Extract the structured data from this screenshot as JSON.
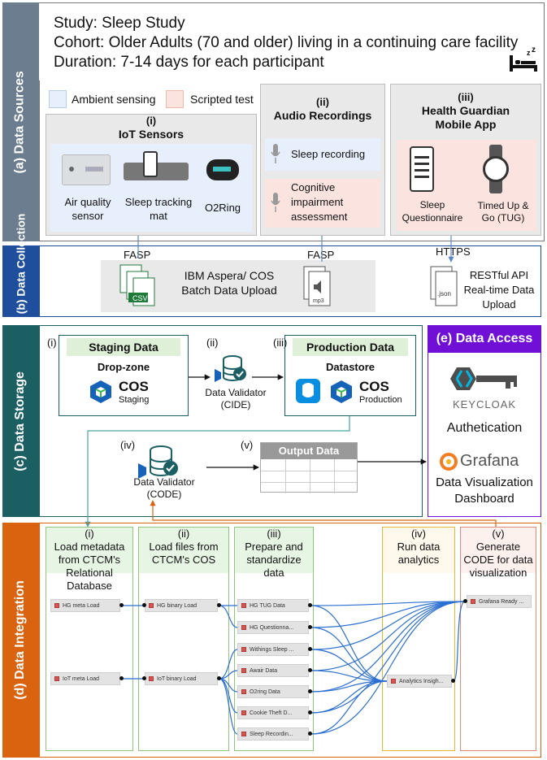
{
  "header": {
    "study": "Study: Sleep Study",
    "cohort": "Cohort: Older Adults (70 and older) living in a continuing care facility",
    "duration": "Duration: 7-14 days for each participant"
  },
  "colors": {
    "sources_bar": "#6b7d8e",
    "collection_bar": "#1f4e9c",
    "storage_bar": "#1b5f63",
    "integration_bar": "#d9630f",
    "access": "#7010d6",
    "ambient": "#e6effb",
    "scripted": "#fbe4e0",
    "green_head": "#dff0d8"
  },
  "sources": {
    "label": "(a) Data Sources",
    "legend": {
      "ambient": "Ambient sensing",
      "scripted": "Scripted test"
    },
    "iot": {
      "index": "(i)",
      "title": "IoT Sensors",
      "items": [
        "Air quality sensor",
        "Sleep tracking mat",
        "O2Ring"
      ]
    },
    "audio": {
      "index": "(ii)",
      "title": "Audio Recordings",
      "items": [
        "Sleep recording",
        "Cognitive impairment assessment"
      ]
    },
    "app": {
      "index": "(iii)",
      "title": "Health Guardian Mobile App",
      "items": [
        "Sleep Questionnaire",
        "Timed Up & Go (TUG)"
      ]
    }
  },
  "collection": {
    "label": "(b) Data Collection",
    "protocols": [
      "FASP",
      "FASP",
      "HTTPS"
    ],
    "batch": "IBM Aspera/ COS Batch Data Upload",
    "realtime": "RESTful API Real-time Data Upload",
    "csv": "CSV",
    "mp3": "mp3",
    "json": ".json"
  },
  "storage": {
    "label": "(c) Data Storage",
    "staging": {
      "index": "(i)",
      "title": "Staging Data",
      "sub": "Drop-zone",
      "cos": "COS",
      "cos_sub": "Staging"
    },
    "validator1": {
      "index": "(ii)",
      "name": "Data Validator (CIDE)"
    },
    "production": {
      "index": "(iii)",
      "title": "Production Data",
      "sub": "Datastore",
      "cos": "COS",
      "cos_sub": "Production"
    },
    "validator2": {
      "index": "(iv)",
      "name": "Data Validator (CODE)"
    },
    "output": {
      "index": "(v)",
      "title": "Output Data"
    }
  },
  "access": {
    "label": "(e) Data Access",
    "keycloak": "KEYCLOAK",
    "auth": "Authetication",
    "grafana": "Grafana",
    "dashboard": "Data Visualization Dashboard"
  },
  "integration": {
    "label": "(d) Data Integration",
    "columns": [
      {
        "index": "(i)",
        "title": "Load metadata from CTCM's Relational Database"
      },
      {
        "index": "(ii)",
        "title": "Load files from CTCM's COS"
      },
      {
        "index": "(iii)",
        "title": "Prepare and standardize data"
      },
      {
        "index": "(iv)",
        "title": "Run data analytics"
      },
      {
        "index": "(v)",
        "title": "Generate CODE for data visualization"
      }
    ],
    "nodes": {
      "hg_meta": "HG meta Load",
      "iot_meta": "IoT meta Load",
      "hg_binary": "HG binary Load",
      "iot_binary": "IoT binary Load",
      "prep": [
        "HG TUG Data",
        "HG Questionna...",
        "Withings Sleep ...",
        "Awair Data",
        "O2ring Data",
        "Cookie Theft D...",
        "Sleep Recordin..."
      ],
      "analytics": "Analytics Insigh...",
      "grafana_ready": "Grafana Ready ..."
    }
  }
}
